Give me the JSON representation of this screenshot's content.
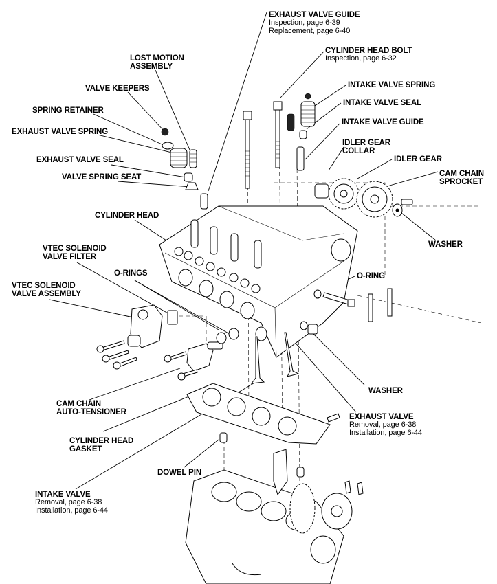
{
  "diagram": {
    "type": "exploded-view",
    "subject": "Cylinder head assembly",
    "labels": {
      "exhaust_valve_guide": {
        "title": "EXHAUST VALVE GUIDE",
        "lines": [
          "Inspection, page 6-39",
          "Replacement, page 6-40"
        ]
      },
      "lost_motion_assembly": {
        "title": [
          "LOST MOTION",
          "ASSEMBLY"
        ]
      },
      "cylinder_head_bolt": {
        "title": "CYLINDER HEAD BOLT",
        "lines": [
          "Inspection, page 6-32"
        ]
      },
      "valve_keepers": {
        "title": "VALVE KEEPERS"
      },
      "intake_valve_spring": {
        "title": "INTAKE VALVE SPRING"
      },
      "spring_retainer": {
        "title": "SPRING RETAINER"
      },
      "intake_valve_seal": {
        "title": "INTAKE VALVE SEAL"
      },
      "exhaust_valve_spring": {
        "title": "EXHAUST VALVE SPRING"
      },
      "intake_valve_guide": {
        "title": "INTAKE VALVE GUIDE"
      },
      "idler_gear_collar": {
        "title": [
          "IDLER GEAR",
          "COLLAR"
        ]
      },
      "exhaust_valve_seal": {
        "title": "EXHAUST VALVE SEAL"
      },
      "idler_gear": {
        "title": "IDLER GEAR"
      },
      "cam_chain_sprocket": {
        "title": [
          "CAM CHAIN",
          "SPROCKET"
        ]
      },
      "valve_spring_seat": {
        "title": "VALVE SPRING SEAT"
      },
      "cylinder_head": {
        "title": "CYLINDER HEAD"
      },
      "washer_top": {
        "title": "WASHER"
      },
      "vtec_solenoid_valve_filter": {
        "title": [
          "VTEC SOLENOID",
          "VALVE FILTER"
        ]
      },
      "o_rings": {
        "title": "O-RINGS"
      },
      "o_ring": {
        "title": "O-RING"
      },
      "vtec_solenoid_valve_assembly": {
        "title": [
          "VTEC SOLENOID",
          "VALVE ASSEMBLY"
        ]
      },
      "washer_bottom": {
        "title": "WASHER"
      },
      "cam_chain_auto_tensioner": {
        "title": [
          "CAM CHAIN",
          "AUTO-TENSIONER"
        ]
      },
      "exhaust_valve": {
        "title": "EXHAUST VALVE",
        "lines": [
          "Removal, page 6-38",
          "Installation, page 6-44"
        ]
      },
      "cylinder_head_gasket": {
        "title": [
          "CYLINDER HEAD",
          "GASKET"
        ]
      },
      "dowel_pin": {
        "title": "DOWEL PIN"
      },
      "intake_valve": {
        "title": "INTAKE VALVE",
        "lines": [
          "Removal, page 6-38",
          "Installation, page 6-44"
        ]
      }
    }
  }
}
